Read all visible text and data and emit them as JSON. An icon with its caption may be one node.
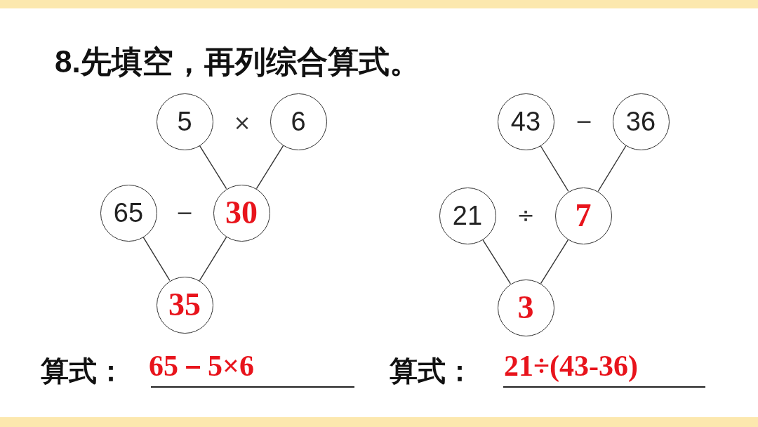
{
  "diagram": {
    "title": "8.先填空，再列综合算式。",
    "nodes": [
      {
        "text": [
          "5"
        ]
      },
      {
        "text": [
          "6"
        ]
      },
      {
        "text": [
          "43"
        ]
      },
      {
        "text": [
          "36"
        ]
      },
      {
        "text": [
          "65"
        ]
      },
      {
        "text": [
          "30"
        ]
      },
      {
        "text": [
          "21"
        ]
      },
      {
        "text": [
          "7"
        ]
      },
      {
        "text": [
          "35"
        ]
      },
      {
        "text": [
          "3"
        ]
      }
    ],
    "edges": [
      {
        "from": 0,
        "to": 5,
        "arrow": "none"
      },
      {
        "from": 1,
        "to": 5,
        "arrow": "none"
      },
      {
        "from": 2,
        "to": 7,
        "arrow": "none"
      },
      {
        "from": 3,
        "to": 7,
        "arrow": "none"
      },
      {
        "from": 4,
        "to": 8,
        "arrow": "none"
      },
      {
        "from": 5,
        "to": 8,
        "arrow": "none"
      },
      {
        "from": 6,
        "to": 9,
        "arrow": "none"
      },
      {
        "from": 7,
        "to": 9,
        "arrow": "none"
      }
    ],
    "labels": [
      "×",
      "−",
      "−",
      "÷",
      "算式：",
      "65－5×6",
      "算式：",
      "21÷(43-36)"
    ]
  }
}
